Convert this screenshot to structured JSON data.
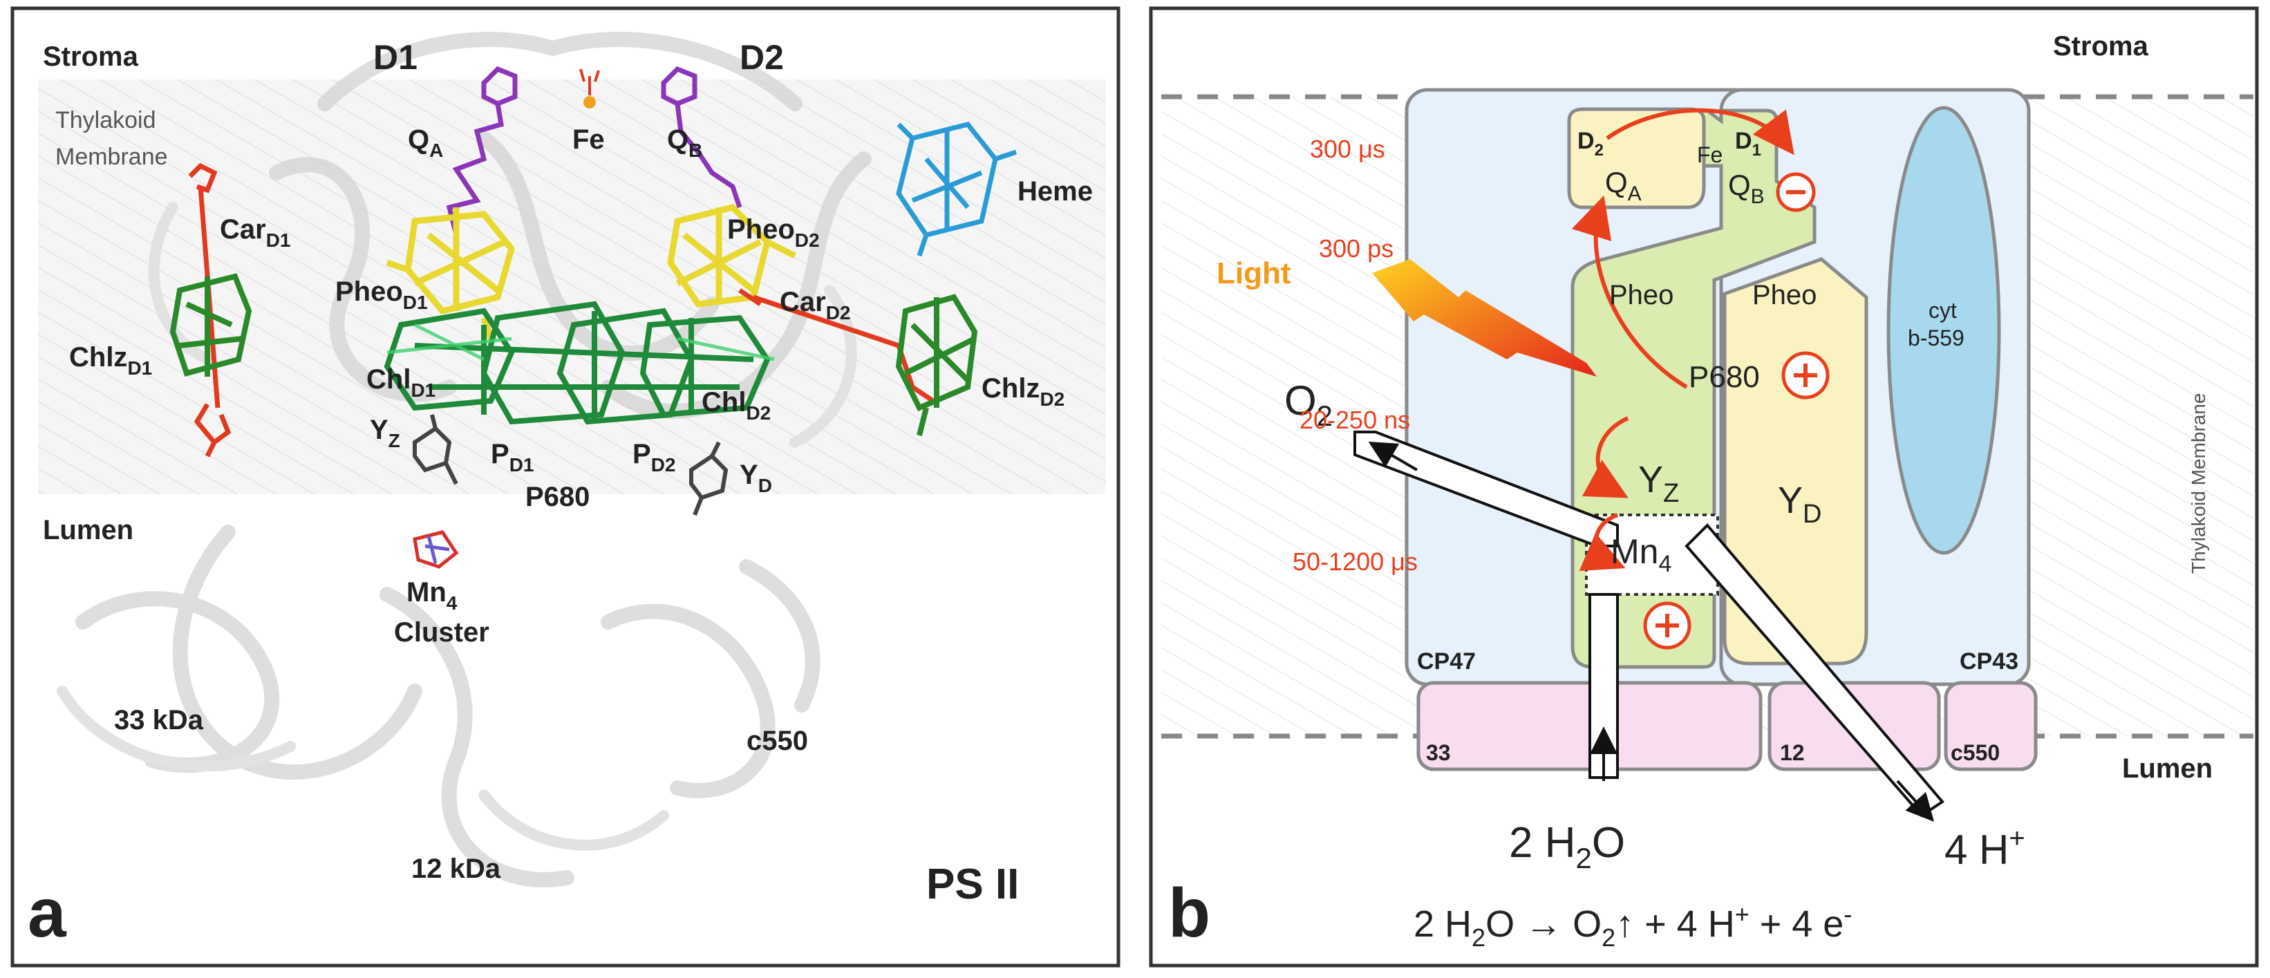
{
  "panel_a": {
    "letter": "a",
    "stroma": "Stroma",
    "thylakoid_line1": "Thylakoid",
    "thylakoid_line2": "Membrane",
    "lumen": "Lumen",
    "d1": "D1",
    "d2": "D2",
    "qa": "Q",
    "qa_sub": "A",
    "qb": "Q",
    "qb_sub": "B",
    "fe": "Fe",
    "heme": "Heme",
    "car_d1": "Car",
    "car_d1_sub": "D1",
    "chlz_d1": "Chlz",
    "chlz_d1_sub": "D1",
    "pheo_d1": "Pheo",
    "pheo_d1_sub": "D1",
    "pheo_d2": "Pheo",
    "pheo_d2_sub": "D2",
    "car_d2": "Car",
    "car_d2_sub": "D2",
    "chl_d1": "Chl",
    "chl_d1_sub": "D1",
    "chl_d2": "Chl",
    "chl_d2_sub": "D2",
    "chlz_d2": "Chlz",
    "chlz_d2_sub": "D2",
    "yz": "Y",
    "yz_sub": "Z",
    "pd1": "P",
    "pd1_sub": "D1",
    "pd2": "P",
    "pd2_sub": "D2",
    "yd": "Y",
    "yd_sub": "D",
    "p680": "P680",
    "mn4": "Mn",
    "mn4_sub": "4",
    "cluster": "Cluster",
    "kda33": "33 kDa",
    "c550": "c550",
    "kda12": "12 kDa",
    "psii": "PS II"
  },
  "panel_b": {
    "letter": "b",
    "stroma": "Stroma",
    "lumen": "Lumen",
    "thylakoid_membrane": "Thylakoid Membrane",
    "d2": "D",
    "d2_sub": "2",
    "d1": "D",
    "d1_sub": "1",
    "qa": "Q",
    "qa_sub": "A",
    "qb": "Q",
    "qb_sub": "B",
    "fe": "Fe",
    "t_300us": "300 μs",
    "t_300ps": "300 ps",
    "t_20_250ns": "20-250 ns",
    "t_50_1200us": "50-1200 μs",
    "light": "Light",
    "pheo_left": "Pheo",
    "pheo_right": "Pheo",
    "cyt_line1": "cyt",
    "cyt_line2": "b-559",
    "p680": "P680",
    "o2": "O",
    "o2_sub": "2",
    "yz": "Y",
    "yz_sub": "Z",
    "yd": "Y",
    "yd_sub": "D",
    "mn4": "Mn",
    "mn4_sub": "4",
    "cp47": "CP47",
    "cp43": "CP43",
    "sub33": "33",
    "sub12": "12",
    "subc550": "c550",
    "water": "2 H",
    "water_sub": "2",
    "water_end": "O",
    "protons": "4 H",
    "protons_sup": "+",
    "eq_a": "2 H",
    "eq_a_sub": "2",
    "eq_b": "O → O",
    "eq_b_sub": "2",
    "eq_c": "↑  + 4 H",
    "eq_c_sup": "+",
    "eq_d": "  +  4 e",
    "eq_d_sup": "-"
  },
  "colors": {
    "red_label": "#e8401c",
    "light_orange": "#f59b1a",
    "protein_blue": "#e6f1fb",
    "d_green": "#dbecb0",
    "qa_yellow": "#fbf2c2",
    "lumen_pink": "#f8dcef",
    "cyt_blue": "#a8d8ee"
  }
}
